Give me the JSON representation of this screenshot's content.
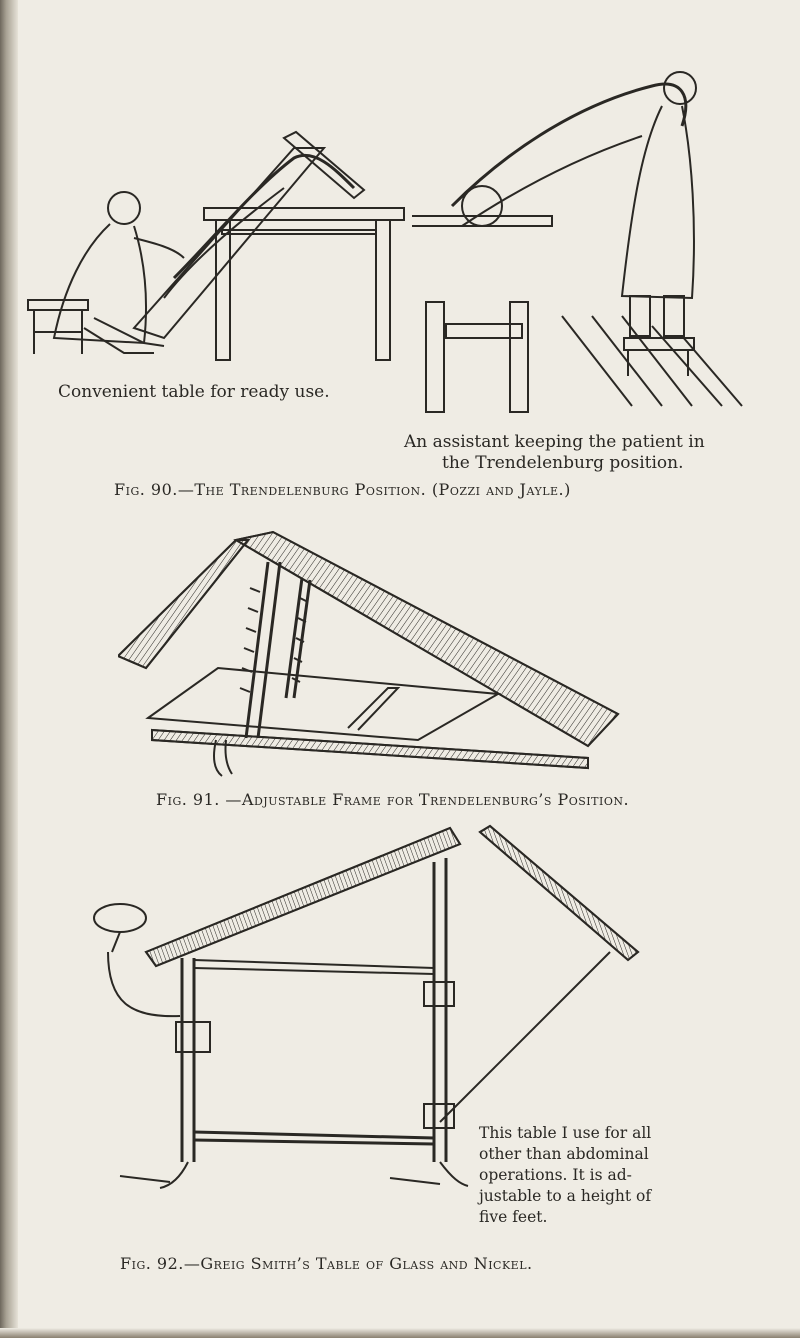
{
  "figures": {
    "fig90": {
      "left_caption": "Convenient table for ready use.",
      "right_caption_line1": "An assistant keeping the patient in",
      "right_caption_line2": "the Trendelenburg position.",
      "title": "Fig. 90.—The Trendelenburg Position. (Pozzi and Jayle.)"
    },
    "fig91": {
      "title": "Fig. 91. —Adjustable Frame for Trendelenburg’s Position."
    },
    "fig92": {
      "note_lines": [
        "This table I use for all",
        "other than abdominal",
        "operations. It is ad-",
        "justable to a height of",
        "five feet."
      ],
      "title": "Fig. 92.—Greig Smith’s Table of Glass and Nickel."
    }
  }
}
